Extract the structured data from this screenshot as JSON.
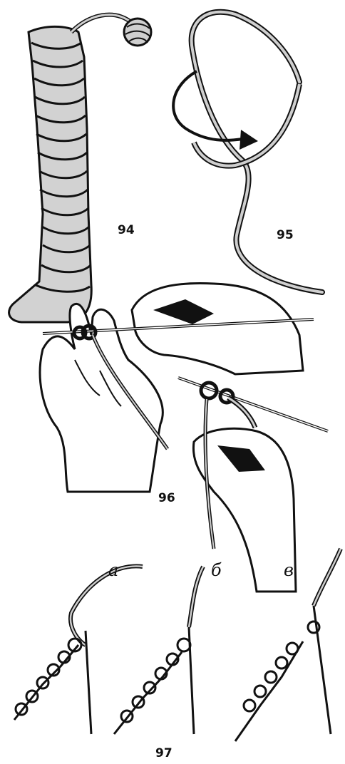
{
  "figures": {
    "fig94": {
      "label": "94"
    },
    "fig95": {
      "label": "95"
    },
    "fig96": {
      "label": "96"
    },
    "fig97": {
      "label": "97",
      "steps": [
        {
          "label": "а"
        },
        {
          "label": "б"
        },
        {
          "label": "в"
        }
      ]
    }
  },
  "colors": {
    "ink": "#111111",
    "yarn_fill": "#cfcfcf",
    "stocking_fill": "#d2d2d2",
    "paper": "#ffffff"
  }
}
